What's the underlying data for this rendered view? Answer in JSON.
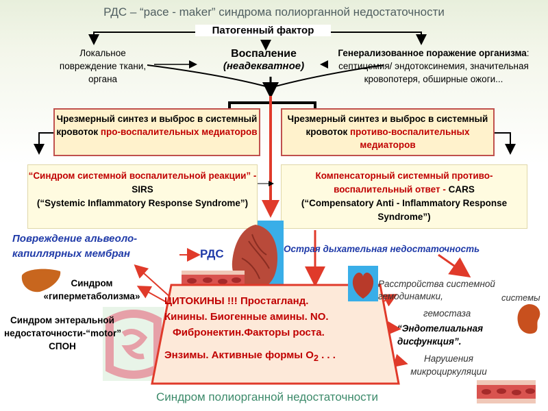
{
  "header": {
    "title": "РДС – “pace - maker” синдрома полиорганной недостаточности",
    "pathogenic_factor": "Патогенный фактор"
  },
  "top_row": {
    "local_damage": "Локальное повреждение ткани, органа",
    "inflammation_title": "Воспаление",
    "inflammation_sub": "неадекватное",
    "generalized_title": "Генерализованное поражение организма",
    "generalized_detail": ": септицемия/ эндотоксинемия, значительная кровопотеря, обширные ожоги..."
  },
  "mediator_boxes": {
    "pro": {
      "text": "Чрезмерный синтез и выброс в системный кровоток",
      "highlight": "про-воспалительных медиаторов"
    },
    "anti": {
      "text": "Чрезмерный синтез и выброс в системный кровоток",
      "highlight": "противо-воспалительных медиаторов"
    }
  },
  "syndrome_boxes": {
    "sirs": {
      "highlight": "“Синдром системной воспалительной реакции” -",
      "abbr": "SIRS",
      "english": "(“Systemic Inflammatory Response Syndrome”)"
    },
    "cars": {
      "highlight": "Компенсаторный системный противо-воспалительный ответ -",
      "abbr": "CARS",
      "english": "(“Compensatory  Anti - Inflammatory Response Syndrome”)"
    }
  },
  "middle": {
    "alveolar_damage": "Повреждение альвеоло-капиллярных мембран",
    "rds": "РДС",
    "acute_resp": "Острая дыхательная недостаточность"
  },
  "left_column": {
    "hypermetabolism": "Синдром «гиперметаболизма»",
    "enteral": "Синдром энтеральной недостаточности-“motor” СПОН"
  },
  "right_column": {
    "hemodynamics": "Расстройства системной гемодинамики,",
    "hemostasis": "гемостаза",
    "endothelial": "“Эндотелиальная дисфункция”.",
    "microcirculation": "Нарушения микроциркуляции",
    "system_fragment": "системы"
  },
  "trapezoid": {
    "line1": "ЦИТОКИНЫ !!! Простагланд.",
    "line2": "Кинины. Биогенные амины. NO.",
    "line3": "Фибронектин.Факторы роста.",
    "line4_a": "Энзимы. Активные формы О",
    "line4_sub": "2",
    "line4_b": " . . ."
  },
  "footer": {
    "text": "Синдром полиорганной  недостаточности"
  },
  "colors": {
    "red_arrow": "#e03a2a",
    "box_border": "#c0504d",
    "highlight_red": "#c00000",
    "blue_text": "#1f3aa8",
    "footer_green": "#3c8a6a"
  }
}
